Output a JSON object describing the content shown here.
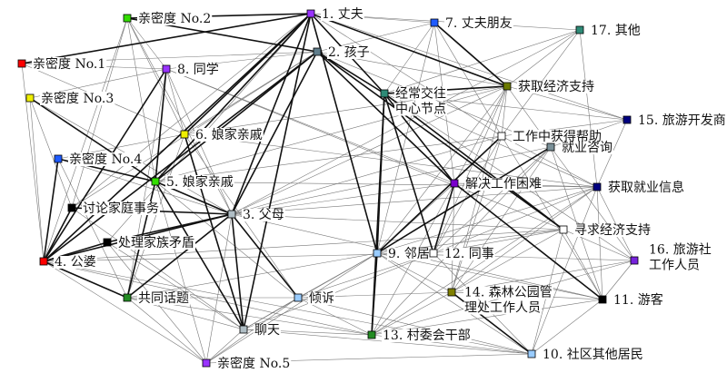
{
  "nodes": [
    {
      "id": "n1",
      "label": [
        "1. 丈夫"
      ],
      "color": "#9933ff"
    },
    {
      "id": "n2",
      "label": [
        "2. 孩子"
      ],
      "color": "#607d8b"
    },
    {
      "id": "n3",
      "label": [
        "3. 父母"
      ],
      "color": "#b0bec5"
    },
    {
      "id": "n4",
      "label": [
        "4. 公婆"
      ],
      "color": "#ff0000"
    },
    {
      "id": "n5",
      "label": [
        "5. 娘家亲戚"
      ],
      "color": "#33dd00"
    },
    {
      "id": "n6",
      "label": [
        "6. 娘家亲戚"
      ],
      "color": "#eeee00"
    },
    {
      "id": "n7",
      "label": [
        "7. 丈夫朋友"
      ],
      "color": "#1e5bff"
    },
    {
      "id": "n8",
      "label": [
        "8. 同学"
      ],
      "color": "#9933ff"
    },
    {
      "id": "n9",
      "label": [
        "9. 邻居"
      ],
      "color": "#99ccff"
    },
    {
      "id": "n10",
      "label": [
        "10. 社区其他居民"
      ],
      "color": "#99ccff"
    },
    {
      "id": "n11",
      "label": [
        "11. 游客"
      ],
      "color": "#000000"
    },
    {
      "id": "n12",
      "label": [
        "12. 同事"
      ],
      "color": "#ffffff"
    },
    {
      "id": "n13",
      "label": [
        "13. 村委会干部"
      ],
      "color": "#228b22"
    },
    {
      "id": "n14",
      "label": [
        "14. 森林公园管",
        "理处工作人员"
      ],
      "color": "#808000"
    },
    {
      "id": "n15",
      "label": [
        "15. 旅游开发商"
      ],
      "color": "#000080"
    },
    {
      "id": "n16",
      "label": [
        "16. 旅游社",
        "工作人员"
      ],
      "color": "#7722dd"
    },
    {
      "id": "n17",
      "label": [
        "17. 其他"
      ],
      "color": "#2e8b77"
    },
    {
      "id": "c1",
      "label": [
        "亲密度 No.1"
      ],
      "color": "#ff0000"
    },
    {
      "id": "c2",
      "label": [
        "亲密度 No.2"
      ],
      "color": "#33dd00"
    },
    {
      "id": "c3",
      "label": [
        "亲密度 No.3"
      ],
      "color": "#eeee00"
    },
    {
      "id": "c4",
      "label": [
        "亲密度 No.4"
      ],
      "color": "#1e5bff"
    },
    {
      "id": "c5",
      "label": [
        "亲密度 No.5"
      ],
      "color": "#9933ff"
    },
    {
      "id": "hub",
      "label": [
        "经常交往",
        "中心节点"
      ],
      "color": "#2e8b77"
    },
    {
      "id": "econ1",
      "label": [
        "获取经济支持"
      ],
      "color": "#6b7a00"
    },
    {
      "id": "workhelp",
      "label": [
        "工作中获得帮助"
      ],
      "color": "#ffffff"
    },
    {
      "id": "jobconsult",
      "label": [
        "就业咨询"
      ],
      "color": "#7a9098"
    },
    {
      "id": "worktrouble",
      "label": [
        "解决工作困难"
      ],
      "color": "#7a00cc"
    },
    {
      "id": "jobinfo",
      "label": [
        "获取就业信息"
      ],
      "color": "#000080"
    },
    {
      "id": "econ2",
      "label": [
        "寻求经济支持"
      ],
      "color": "#ffffff"
    },
    {
      "id": "family",
      "label": [
        "讨论家庭事务"
      ],
      "color": "#000000"
    },
    {
      "id": "conflict",
      "label": [
        "处理家族矛盾"
      ],
      "color": "#000000"
    },
    {
      "id": "topic",
      "label": [
        "共同话题"
      ],
      "color": "#228b22"
    },
    {
      "id": "confide",
      "label": [
        "倾诉"
      ],
      "color": "#99ccff"
    },
    {
      "id": "chat",
      "label": [
        "聊天"
      ],
      "color": "#b0bec5"
    }
  ],
  "edges": {
    "strong": [
      [
        "c2",
        "n1"
      ],
      [
        "c1",
        "n1"
      ],
      [
        "n1",
        "n3"
      ],
      [
        "n1",
        "n4"
      ],
      [
        "n1",
        "n5"
      ],
      [
        "n1",
        "n6"
      ],
      [
        "n1",
        "hub"
      ],
      [
        "n1",
        "econ1"
      ],
      [
        "n1",
        "n9"
      ],
      [
        "n2",
        "n3"
      ],
      [
        "n2",
        "n5"
      ],
      [
        "n2",
        "n4"
      ],
      [
        "n2",
        "hub"
      ],
      [
        "n2",
        "econ2"
      ],
      [
        "n2",
        "worktrouble"
      ],
      [
        "c2",
        "n2"
      ],
      [
        "n3",
        "n4"
      ],
      [
        "n3",
        "n5"
      ],
      [
        "n3",
        "chat"
      ],
      [
        "n3",
        "confide"
      ],
      [
        "n3",
        "topic"
      ],
      [
        "n3",
        "family"
      ],
      [
        "n3",
        "conflict"
      ],
      [
        "n4",
        "family"
      ],
      [
        "n4",
        "conflict"
      ],
      [
        "n4",
        "topic"
      ],
      [
        "n5",
        "topic"
      ],
      [
        "n5",
        "chat"
      ],
      [
        "c4",
        "n4"
      ],
      [
        "hub",
        "n9"
      ],
      [
        "hub",
        "n13"
      ],
      [
        "hub",
        "worktrouble"
      ],
      [
        "hub",
        "econ1"
      ],
      [
        "hub",
        "econ2"
      ],
      [
        "hub",
        "n12"
      ],
      [
        "n8",
        "n5"
      ],
      [
        "n8",
        "n4"
      ],
      [
        "c3",
        "n5"
      ],
      [
        "c4",
        "n5"
      ],
      [
        "n12",
        "worktrouble"
      ],
      [
        "worktrouble",
        "n11"
      ],
      [
        "n9",
        "workhelp"
      ],
      [
        "jobconsult",
        "n9"
      ],
      [
        "n13",
        "n9"
      ],
      [
        "econ1",
        "n7"
      ],
      [
        "n14",
        "n10"
      ],
      [
        "n6",
        "chat"
      ],
      [
        "n1",
        "chat"
      ]
    ],
    "weak": [
      [
        "c2",
        "n8"
      ],
      [
        "c2",
        "n6"
      ],
      [
        "c2",
        "n5"
      ],
      [
        "c2",
        "n3"
      ],
      [
        "c2",
        "family"
      ],
      [
        "c2",
        "n4"
      ],
      [
        "c1",
        "n2"
      ],
      [
        "c1",
        "n8"
      ],
      [
        "c1",
        "n6"
      ],
      [
        "c1",
        "n4"
      ],
      [
        "c3",
        "n8"
      ],
      [
        "c3",
        "n3"
      ],
      [
        "c3",
        "n4"
      ],
      [
        "c3",
        "family"
      ],
      [
        "c4",
        "n3"
      ],
      [
        "c4",
        "topic"
      ],
      [
        "c4",
        "n6"
      ],
      [
        "c5",
        "n4"
      ],
      [
        "c5",
        "topic"
      ],
      [
        "c5",
        "n3"
      ],
      [
        "c5",
        "chat"
      ],
      [
        "c5",
        "n5"
      ],
      [
        "c5",
        "n9"
      ],
      [
        "c5",
        "n10"
      ],
      [
        "c5",
        "confide"
      ],
      [
        "n7",
        "n1"
      ],
      [
        "n7",
        "hub"
      ],
      [
        "n7",
        "econ1"
      ],
      [
        "n7",
        "workhelp"
      ],
      [
        "n7",
        "n9"
      ],
      [
        "n7",
        "worktrouble"
      ],
      [
        "n17",
        "econ1"
      ],
      [
        "n17",
        "hub"
      ],
      [
        "n17",
        "jobinfo"
      ],
      [
        "n17",
        "workhelp"
      ],
      [
        "n17",
        "n3"
      ],
      [
        "n15",
        "econ1"
      ],
      [
        "n15",
        "workhelp"
      ],
      [
        "n15",
        "jobinfo"
      ],
      [
        "n15",
        "hub"
      ],
      [
        "n15",
        "jobconsult"
      ],
      [
        "econ1",
        "workhelp"
      ],
      [
        "econ1",
        "jobconsult"
      ],
      [
        "econ1",
        "worktrouble"
      ],
      [
        "econ1",
        "n9"
      ],
      [
        "econ1",
        "n12"
      ],
      [
        "econ1",
        "n14"
      ],
      [
        "econ1",
        "n3"
      ],
      [
        "workhelp",
        "jobinfo"
      ],
      [
        "workhelp",
        "n12"
      ],
      [
        "workhelp",
        "n14"
      ],
      [
        "workhelp",
        "n11"
      ],
      [
        "workhelp",
        "n3"
      ],
      [
        "workhelp",
        "n5"
      ],
      [
        "jobconsult",
        "n12"
      ],
      [
        "jobconsult",
        "n14"
      ],
      [
        "jobconsult",
        "n11"
      ],
      [
        "jobconsult",
        "n16"
      ],
      [
        "jobconsult",
        "n13"
      ],
      [
        "jobconsult",
        "n3"
      ],
      [
        "jobinfo",
        "n9"
      ],
      [
        "jobinfo",
        "n12"
      ],
      [
        "jobinfo",
        "n14"
      ],
      [
        "jobinfo",
        "n11"
      ],
      [
        "jobinfo",
        "n16"
      ],
      [
        "jobinfo",
        "n10"
      ],
      [
        "jobinfo",
        "worktrouble"
      ],
      [
        "jobinfo",
        "n13"
      ],
      [
        "jobinfo",
        "n3"
      ],
      [
        "econ2",
        "n9"
      ],
      [
        "econ2",
        "n12"
      ],
      [
        "econ2",
        "n14"
      ],
      [
        "econ2",
        "n11"
      ],
      [
        "econ2",
        "n16"
      ],
      [
        "econ2",
        "n10"
      ],
      [
        "econ2",
        "n3"
      ],
      [
        "econ2",
        "n4"
      ],
      [
        "worktrouble",
        "n9"
      ],
      [
        "worktrouble",
        "n12"
      ],
      [
        "worktrouble",
        "n14"
      ],
      [
        "worktrouble",
        "n13"
      ],
      [
        "worktrouble",
        "n3"
      ],
      [
        "n16",
        "n9"
      ],
      [
        "n16",
        "n14"
      ],
      [
        "n16",
        "n11"
      ],
      [
        "n16",
        "n13"
      ],
      [
        "n11",
        "n14"
      ],
      [
        "n11",
        "n13"
      ],
      [
        "n11",
        "n9"
      ],
      [
        "n10",
        "n13"
      ],
      [
        "n10",
        "n9"
      ],
      [
        "n10",
        "n12"
      ],
      [
        "n10",
        "n11"
      ],
      [
        "n10",
        "confide"
      ],
      [
        "n10",
        "chat"
      ],
      [
        "n14",
        "n13"
      ],
      [
        "n14",
        "n9"
      ],
      [
        "n14",
        "confide"
      ],
      [
        "n13",
        "confide"
      ],
      [
        "n13",
        "chat"
      ],
      [
        "n13",
        "topic"
      ],
      [
        "n9",
        "topic"
      ],
      [
        "n9",
        "confide"
      ],
      [
        "n9",
        "chat"
      ],
      [
        "n12",
        "confide"
      ],
      [
        "n12",
        "chat"
      ],
      [
        "n12",
        "n4"
      ],
      [
        "n3",
        "n11"
      ],
      [
        "n4",
        "n10"
      ],
      [
        "n4",
        "n13"
      ],
      [
        "n8",
        "n2"
      ],
      [
        "n8",
        "n3"
      ],
      [
        "n8",
        "n6"
      ],
      [
        "n8",
        "topic"
      ],
      [
        "n8",
        "econ2"
      ],
      [
        "n8",
        "worktrouble"
      ],
      [
        "n6",
        "n2"
      ],
      [
        "n6",
        "jobinfo"
      ],
      [
        "n6",
        "econ1"
      ],
      [
        "n6",
        "confide"
      ],
      [
        "n6",
        "topic"
      ],
      [
        "n5",
        "jobinfo"
      ],
      [
        "n5",
        "econ1"
      ],
      [
        "n5",
        "confide"
      ],
      [
        "family",
        "n2"
      ],
      [
        "family",
        "n1"
      ],
      [
        "family",
        "chat"
      ],
      [
        "conflict",
        "n1"
      ],
      [
        "conflict",
        "chat"
      ],
      [
        "conflict",
        "c5"
      ],
      [
        "topic",
        "chat"
      ],
      [
        "topic",
        "confide"
      ],
      [
        "confide",
        "chat"
      ],
      [
        "n2",
        "n7"
      ],
      [
        "n2",
        "econ1"
      ],
      [
        "n2",
        "jobconsult"
      ],
      [
        "n1",
        "n17"
      ],
      [
        "n1",
        "n15"
      ],
      [
        "n1",
        "workhelp"
      ],
      [
        "hub",
        "jobinfo"
      ],
      [
        "hub",
        "n16"
      ]
    ]
  }
}
